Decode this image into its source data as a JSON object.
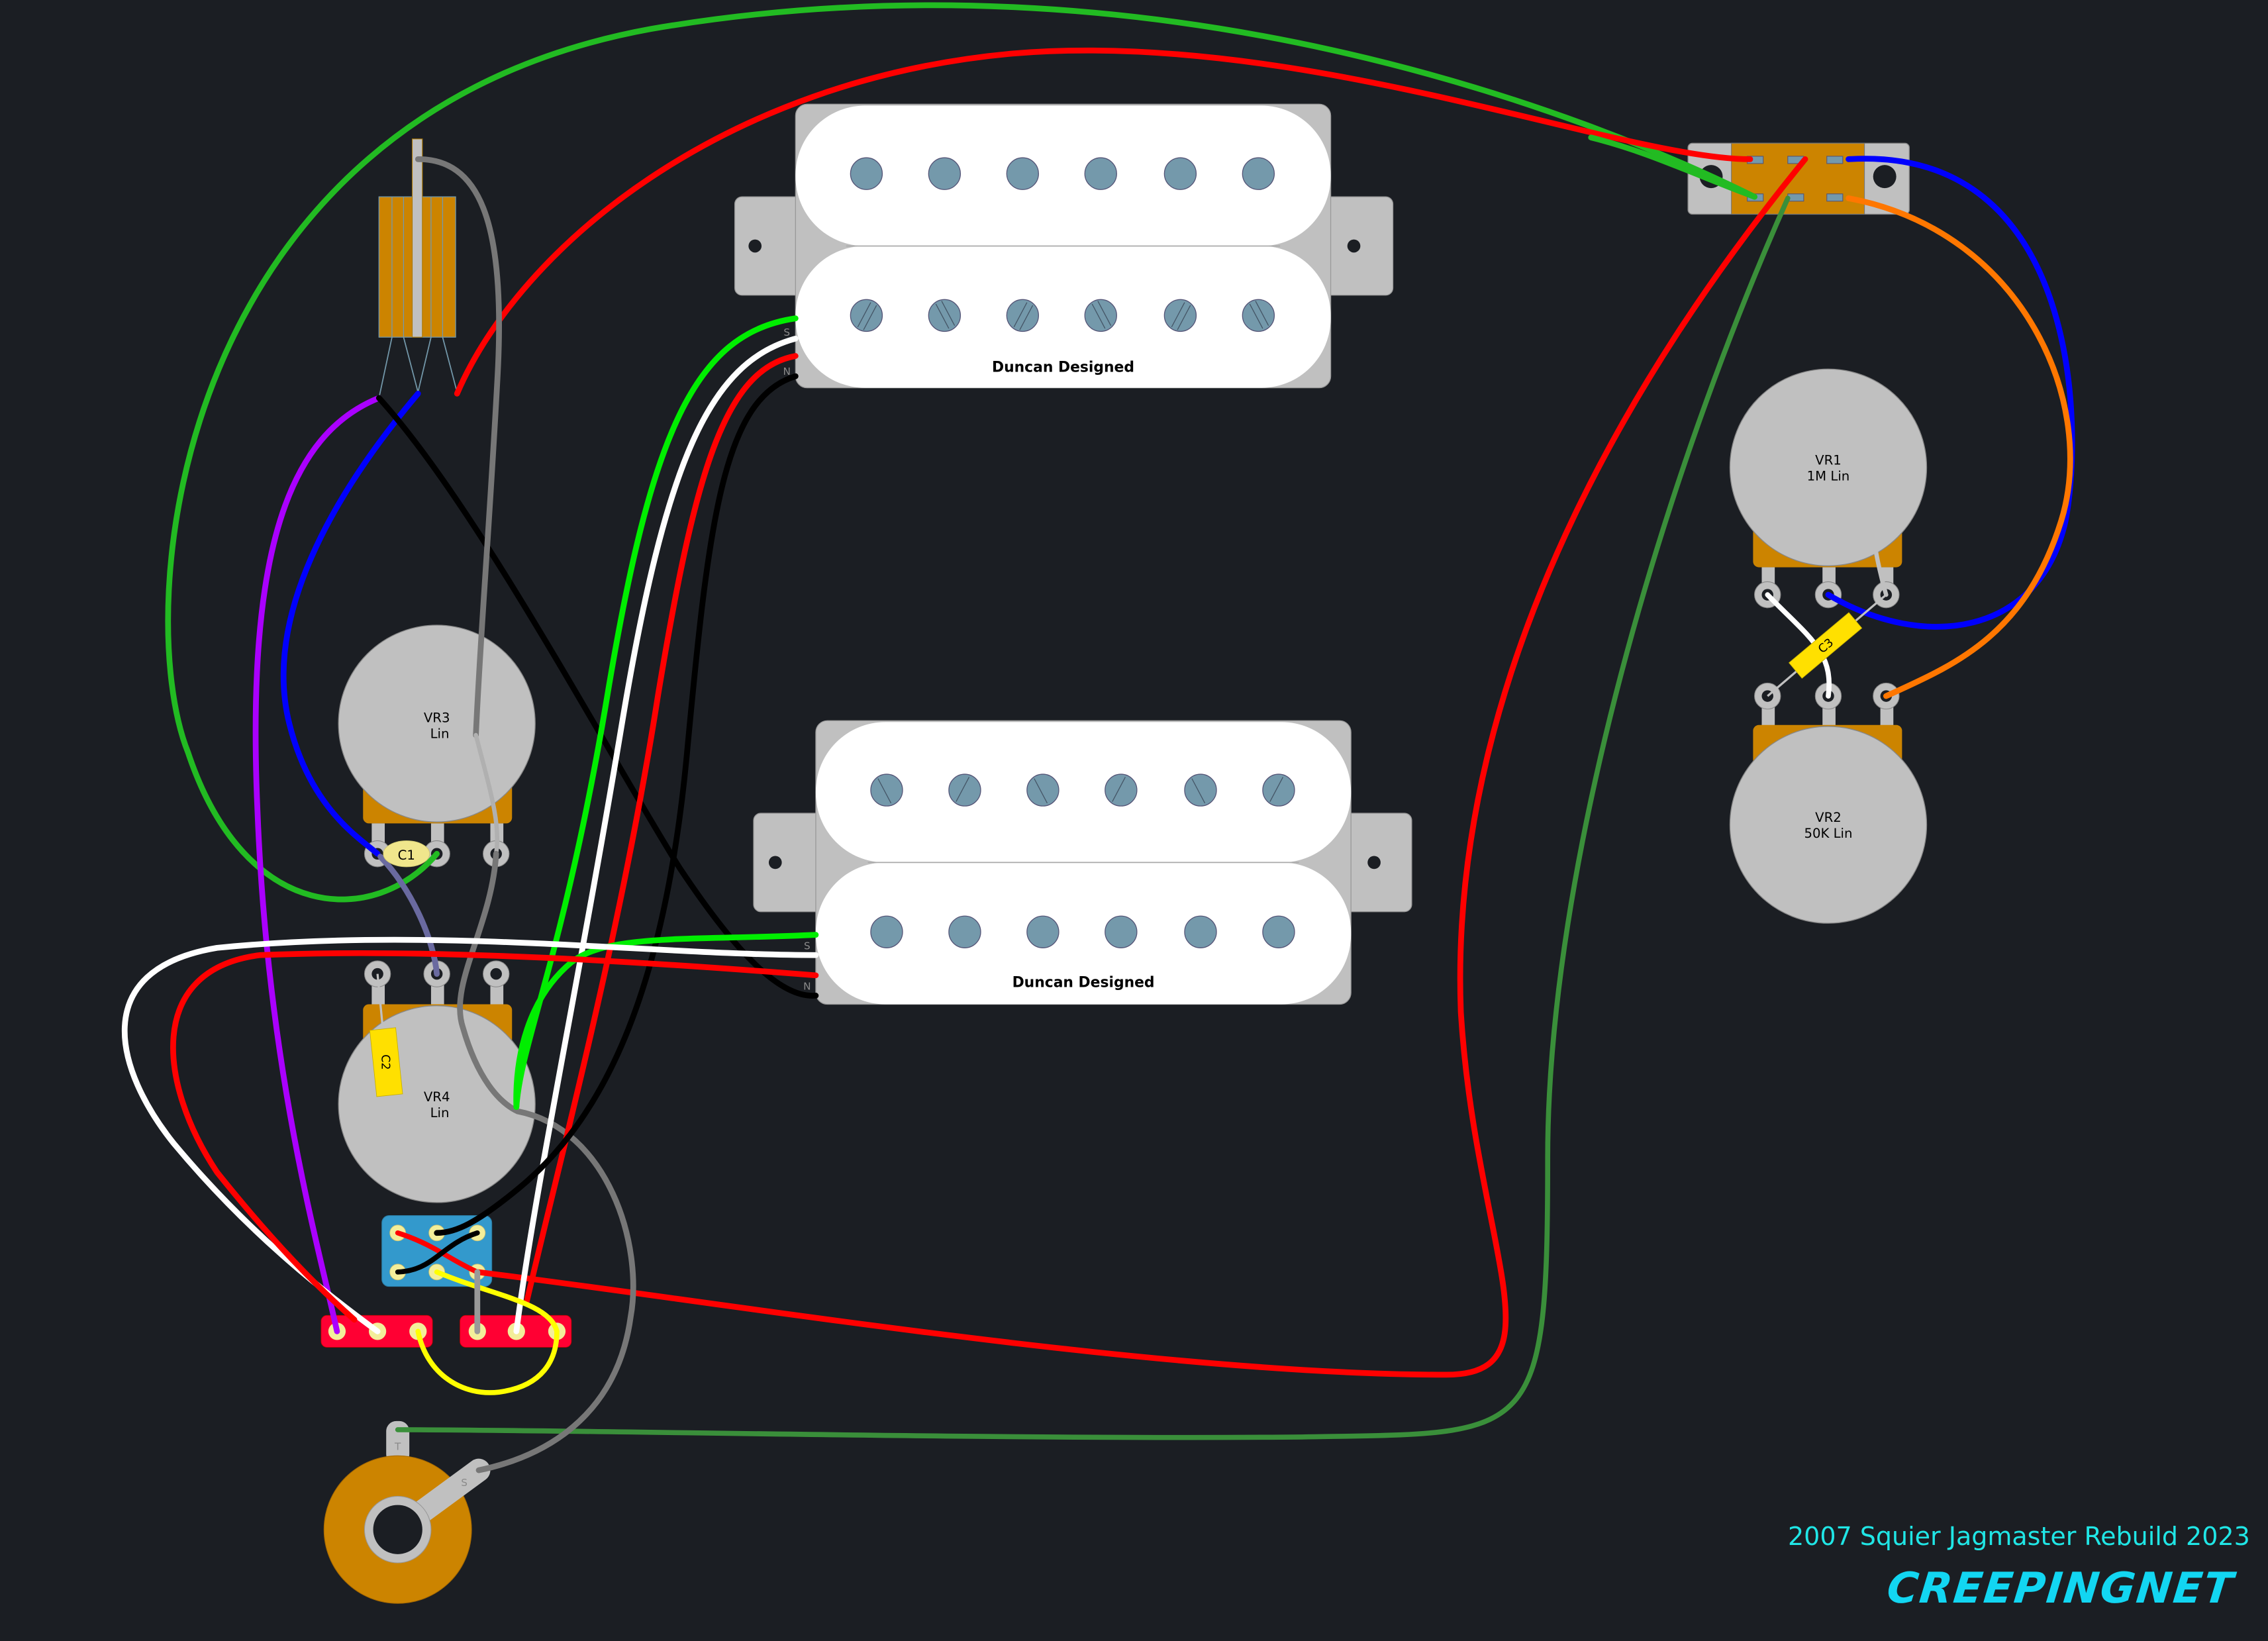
{
  "title": "2007 Squier Jagmaster Rebuild 2023",
  "brand": "CREEPINGNET",
  "colors": {
    "background": "#1b1e23",
    "title_text": "#20e6e6",
    "brand_text": "#12d6f2",
    "pot_body": "#c0c0c0",
    "pot_case": "#cc8400",
    "pickup_cover": "#ffffff",
    "pole_piece": "#7499ab",
    "switch_body": "#cc8400",
    "terminal_strip": "#ff0033",
    "dpdt_board": "#3399cc"
  },
  "pickups": [
    {
      "id": "neck",
      "label": "Duncan Designed",
      "lead_labels": [
        "S",
        "N"
      ],
      "leads": [
        "green",
        "white",
        "red",
        "black"
      ]
    },
    {
      "id": "bridge",
      "label": "Duncan Designed",
      "lead_labels": [
        "S",
        "N"
      ],
      "leads": [
        "green",
        "white",
        "red",
        "black"
      ]
    }
  ],
  "pots": [
    {
      "id": "VR1",
      "name": "VR1",
      "value": "1M Lin"
    },
    {
      "id": "VR2",
      "name": "VR2",
      "value": "50K Lin"
    },
    {
      "id": "VR3",
      "name": "VR3",
      "value": "Lin"
    },
    {
      "id": "VR4",
      "name": "VR4",
      "value": "Lin"
    }
  ],
  "capacitors": [
    {
      "id": "C1",
      "label": "C1",
      "type": "ceramic"
    },
    {
      "id": "C2",
      "label": "C2",
      "type": "film"
    },
    {
      "id": "C3",
      "label": "C3",
      "type": "film"
    }
  ],
  "jack": {
    "tip_label": "T",
    "sleeve_label": "S"
  },
  "wire_colors": {
    "red": "#ff0000",
    "green": "#22bb22",
    "bright_green": "#00ee00",
    "dark_green": "#3a8f3a",
    "white": "#ffffff",
    "black": "#000000",
    "blue": "#0000ff",
    "orange": "#ff7700",
    "purple": "#aa00ff",
    "yellow": "#ffff00",
    "gray": "#777777",
    "slate": "#6a6aa0"
  }
}
